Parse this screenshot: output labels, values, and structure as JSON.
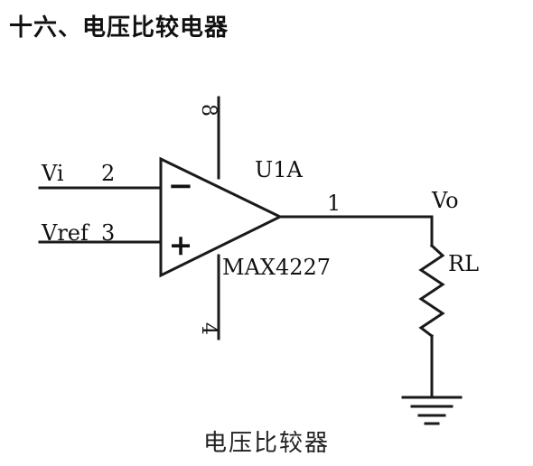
{
  "heading": "十六、电压比较电器",
  "caption": "电压比较器",
  "labels": {
    "input_inverting": "Vi",
    "pin_inverting": "2",
    "input_reference": "Vref",
    "pin_reference": "3",
    "pin_supply_top": "8",
    "pin_supply_bottom": "4",
    "part_designator": "U1A",
    "part_number": "MAX4227",
    "pin_output": "1",
    "output": "Vo",
    "load_resistor": "RL",
    "minus_sign": "−",
    "plus_sign": "+"
  },
  "colors": {
    "wire": "#1a1a1a",
    "text": "#111111",
    "background": "#ffffff"
  }
}
